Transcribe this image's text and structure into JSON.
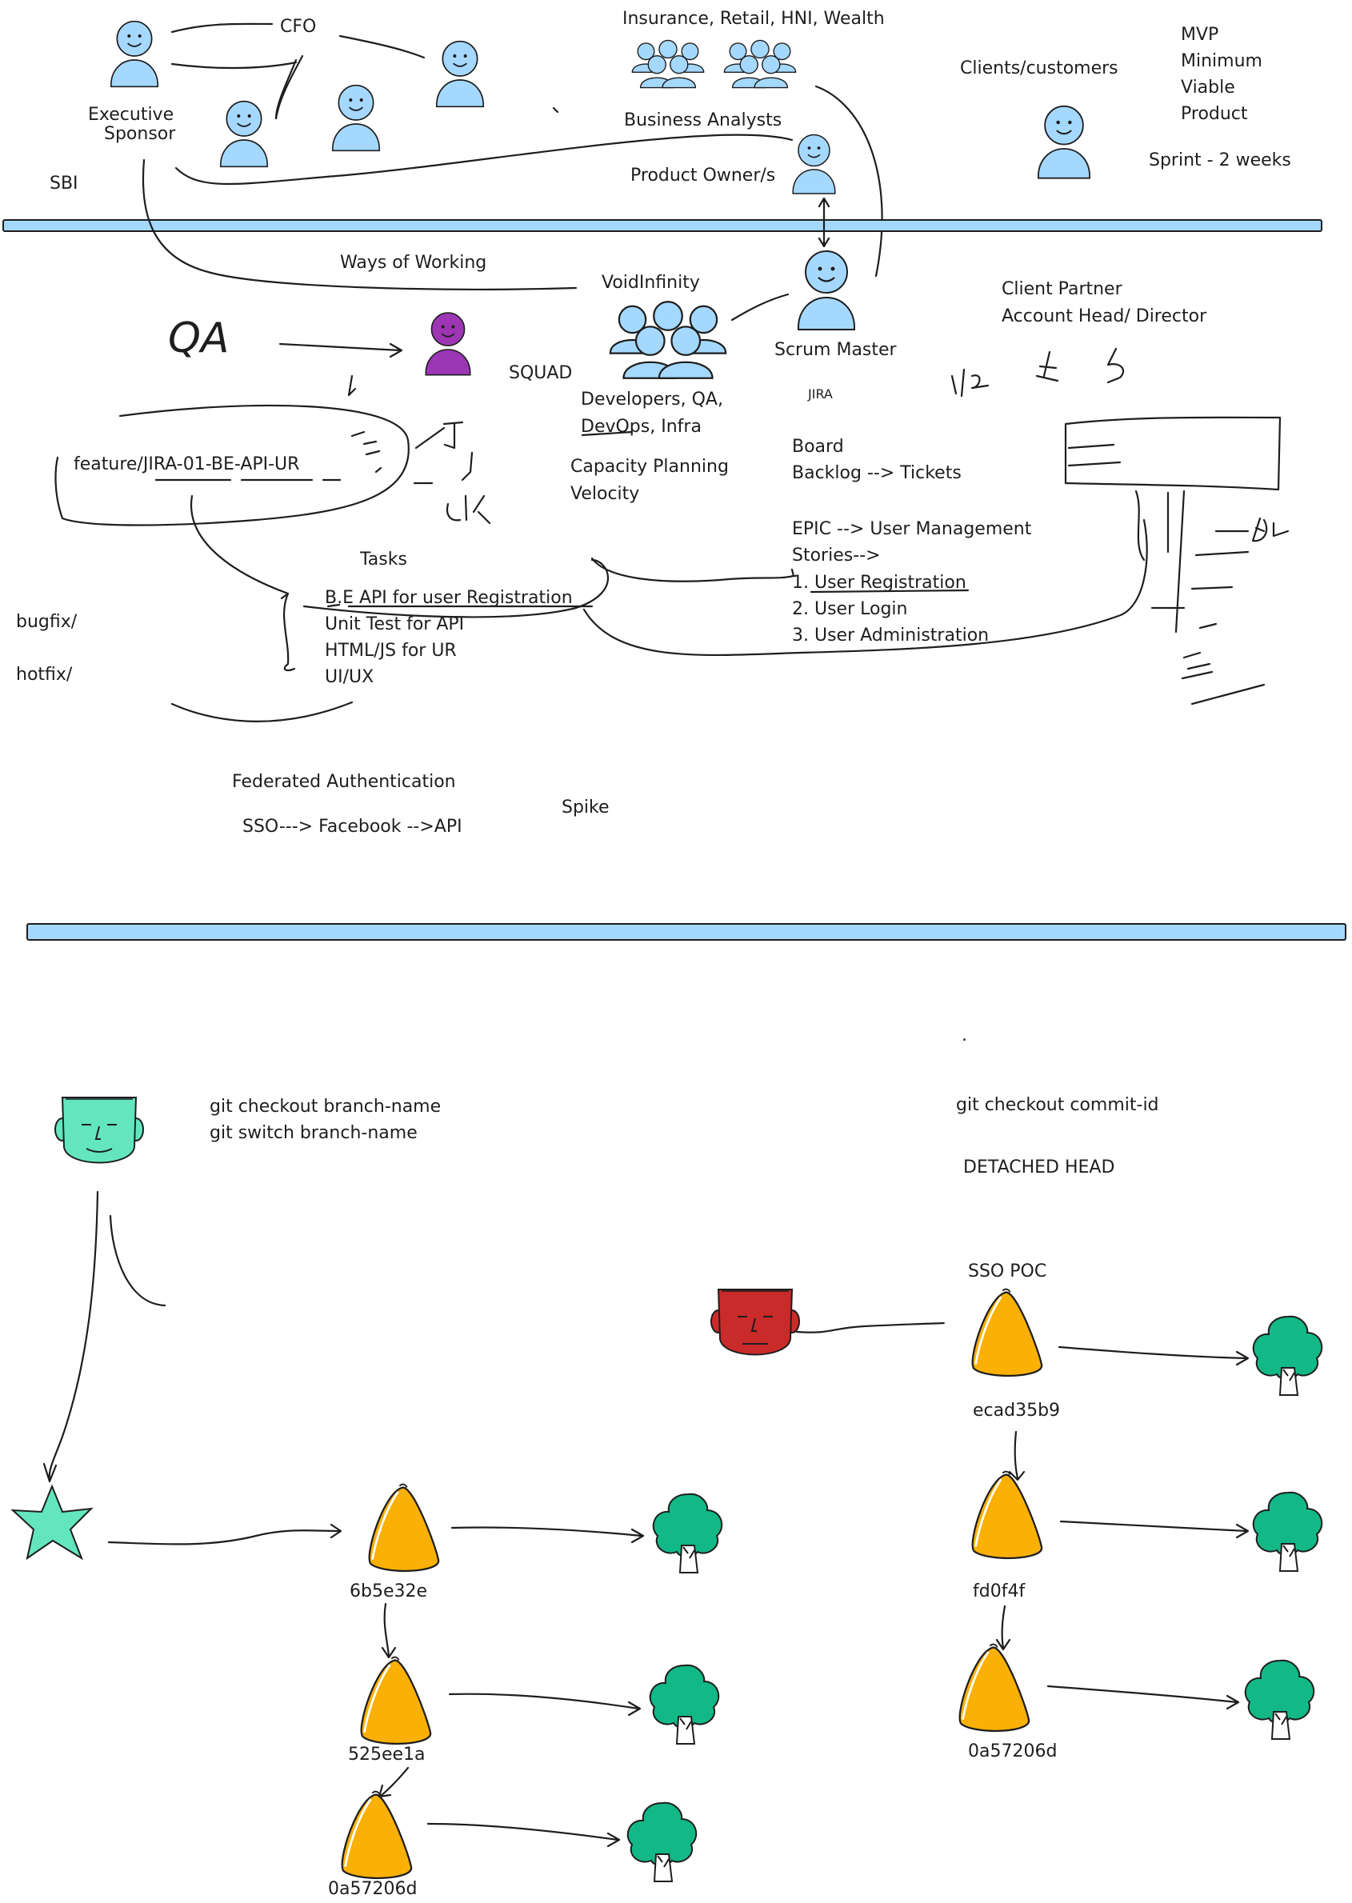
{
  "colors": {
    "people": "#a5d8ff",
    "qa_person": "#9c36b5",
    "commit": "#fab005",
    "tree": "#12b886",
    "head_green": "#63e6be",
    "head_red": "#c92a2a",
    "divider": "#a5d8ff"
  },
  "top": {
    "cfo": "CFO",
    "executive_sponsor_1": "Executive",
    "executive_sponsor_2": "Sponsor",
    "sbi": "SBI",
    "segments": "Insurance, Retail, HNI, Wealth",
    "business_analysts": "Business Analysts",
    "product_owner": "Product Owner/s",
    "clients": "Clients/customers",
    "mvp": [
      "MVP",
      "Minimum",
      "Viable",
      "Product"
    ],
    "sprint": "Sprint - 2 weeks"
  },
  "squad": {
    "ways_of_working": "Ways of Working",
    "void_infinity": "VoidInfinity",
    "qa_scribble": "QA",
    "squad": "SQUAD",
    "scrum_master": "Scrum Master",
    "client_partner": "Client Partner",
    "account_head": "Account Head/ Director",
    "jira": "JIRA",
    "team_1": "Developers, QA,",
    "team_2": "DevOps, Infra",
    "capacity": "Capacity Planning",
    "velocity": "Velocity",
    "board": "Board",
    "backlog": "Backlog --> Tickets",
    "feature_branch": "feature/JIRA-01-BE-API-UR",
    "epic": "EPIC --> User Management",
    "stories": "Stories-->",
    "story_1": "1. User Registration",
    "story_2": "2. User Login",
    "story_3": "3. User Administration",
    "tasks_title": "Tasks",
    "tasks": [
      "B.E API for user Registration",
      "Unit Test for API",
      "HTML/JS for UR",
      "UI/UX"
    ],
    "bugfix": "bugfix/",
    "hotfix": "hotfix/",
    "federated": "Federated Authentication",
    "sso": "SSO---> Facebook -->API",
    "spike": "Spike"
  },
  "git": {
    "cmd_checkout_branch": "git checkout branch-name",
    "cmd_switch_branch": "git switch branch-name",
    "cmd_checkout_commit": "git checkout commit-id",
    "detached_head": "DETACHED HEAD",
    "sso_poc": "SSO POC",
    "left_commits": [
      "6b5e32e",
      "525ee1a",
      "0a57206d"
    ],
    "right_commits": [
      "ecad35b9",
      "fd0f4f",
      "0a57206d"
    ]
  }
}
